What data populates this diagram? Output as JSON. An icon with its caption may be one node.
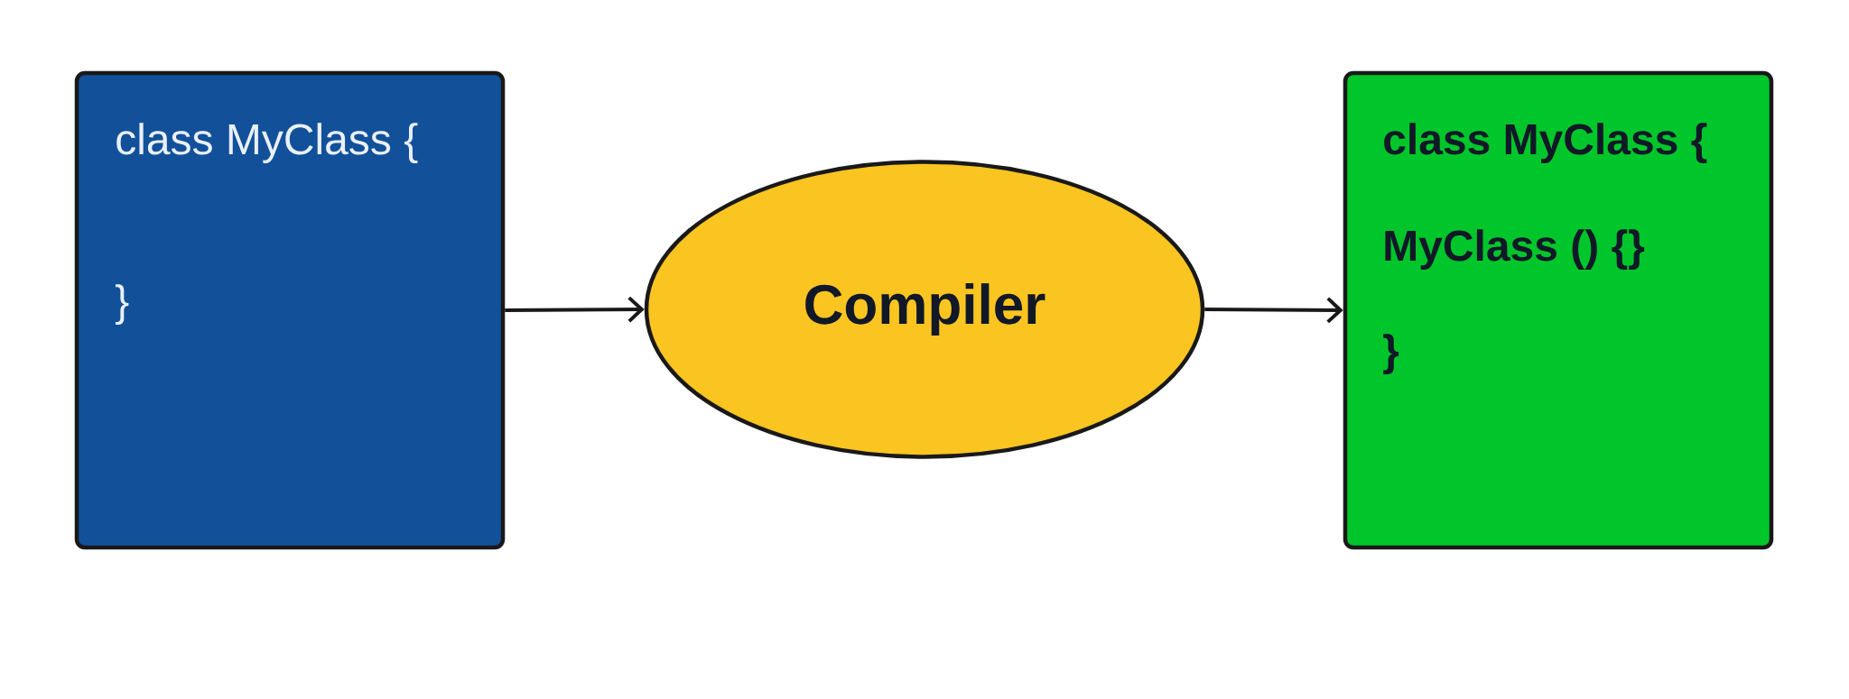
{
  "diagram": {
    "nodes": [
      {
        "text": [
          "class MyClass {",
          "}"
        ]
      },
      {
        "text": [
          "Compiler"
        ]
      },
      {
        "text": [
          "class MyClass {",
          "MyClass () {}",
          "}"
        ]
      }
    ],
    "edges": [
      {
        "from": 0,
        "to": 1,
        "arrow": "to"
      },
      {
        "from": 1,
        "to": 2,
        "arrow": "to"
      }
    ]
  }
}
